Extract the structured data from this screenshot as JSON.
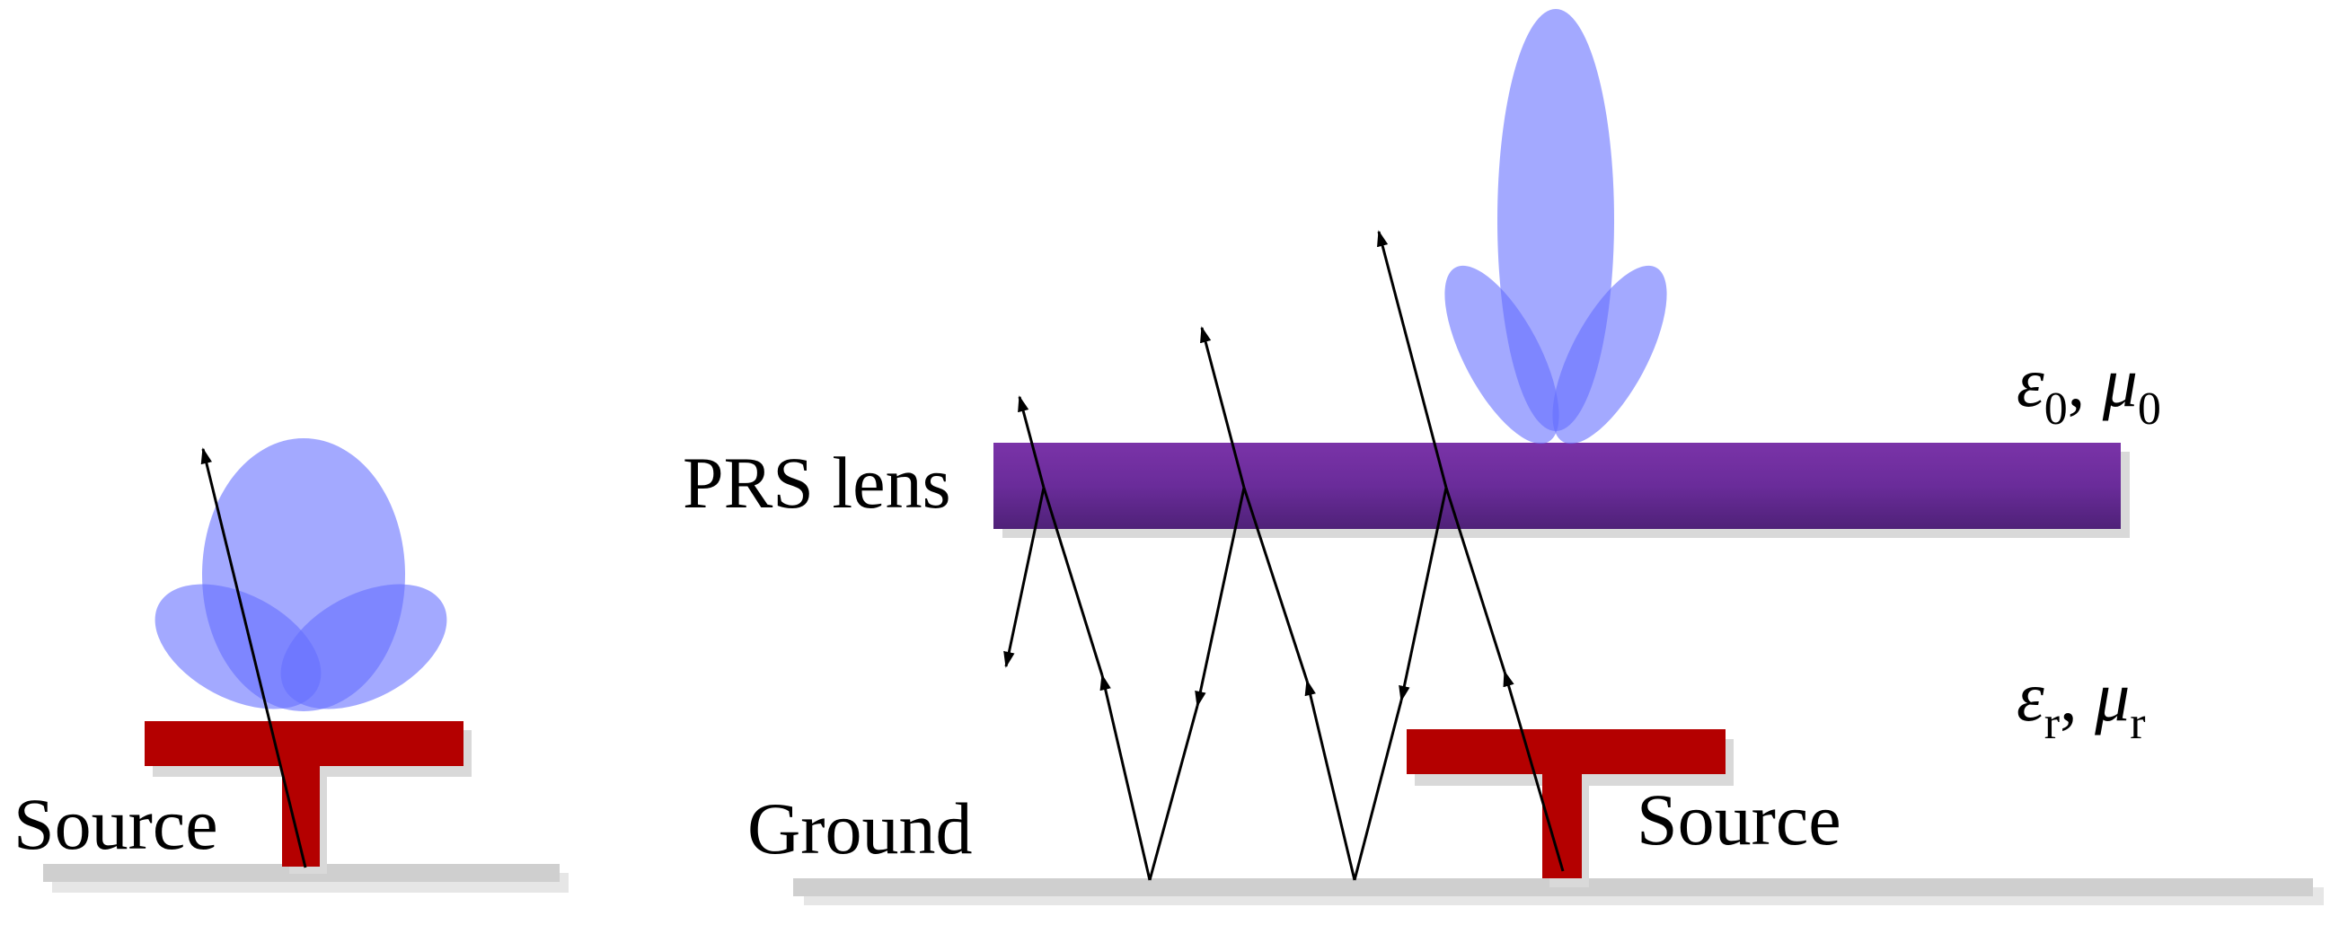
{
  "labels": {
    "source_left": "Source",
    "source_right": "Source",
    "ground": "Ground",
    "prs_lens": "PRS lens",
    "upper_medium": {
      "eps": "ε",
      "eps_sub": "0",
      "sep": ", ",
      "mu": "μ",
      "mu_sub": "0"
    },
    "lower_medium": {
      "eps": "ε",
      "eps_sub": "r",
      "sep": ", ",
      "mu": "μ",
      "mu_sub": "r"
    }
  },
  "colors": {
    "source": "#b40000",
    "source_shadow": "#d9d9d9",
    "ground": "#cfcfcf",
    "lens": "#6a2c9a",
    "lobe": "#6670ff",
    "ray": "#000000",
    "text": "#000000"
  }
}
